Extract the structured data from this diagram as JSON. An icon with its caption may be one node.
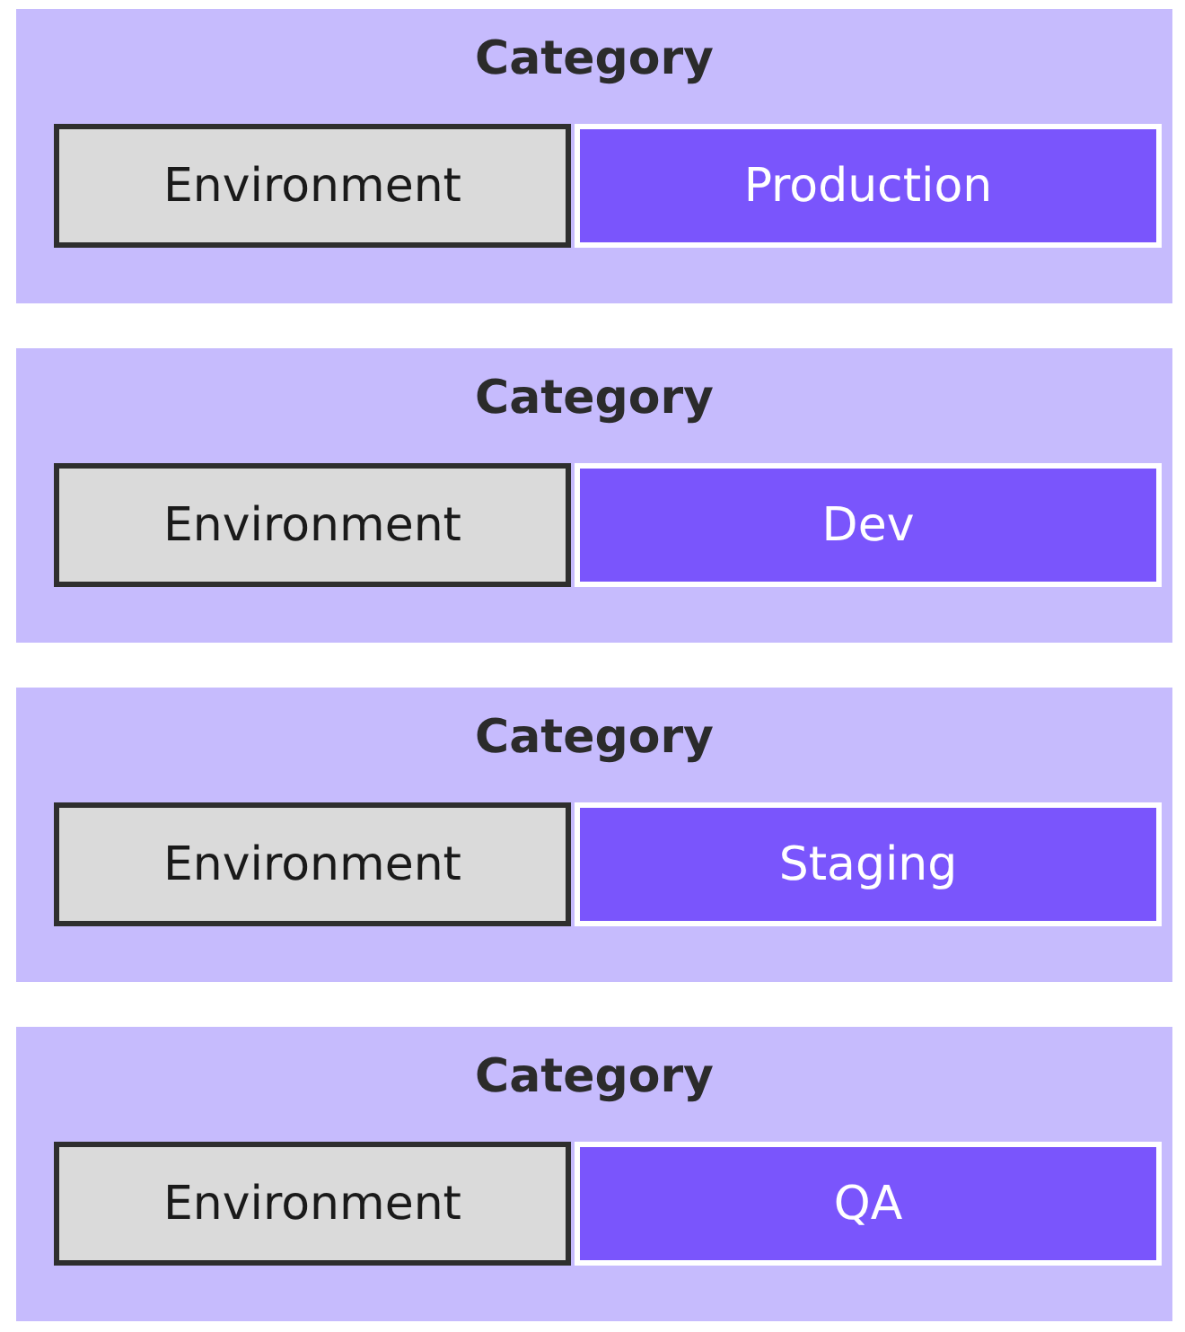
{
  "diagram": {
    "nodes": [
      {
        "text": [
          "Category"
        ]
      },
      {
        "text": [
          "Environment"
        ],
        "in": 0
      },
      {
        "text": [
          "Production"
        ],
        "in": 0
      },
      {
        "text": [
          "Category"
        ]
      },
      {
        "text": [
          "Environment"
        ],
        "in": 3
      },
      {
        "text": [
          "Dev"
        ],
        "in": 3
      },
      {
        "text": [
          "Category"
        ]
      },
      {
        "text": [
          "Environment"
        ],
        "in": 6
      },
      {
        "text": [
          "Staging"
        ],
        "in": 6
      },
      {
        "text": [
          "Category"
        ]
      },
      {
        "text": [
          "Environment"
        ],
        "in": 9
      },
      {
        "text": [
          "QA"
        ],
        "in": 9
      }
    ]
  }
}
